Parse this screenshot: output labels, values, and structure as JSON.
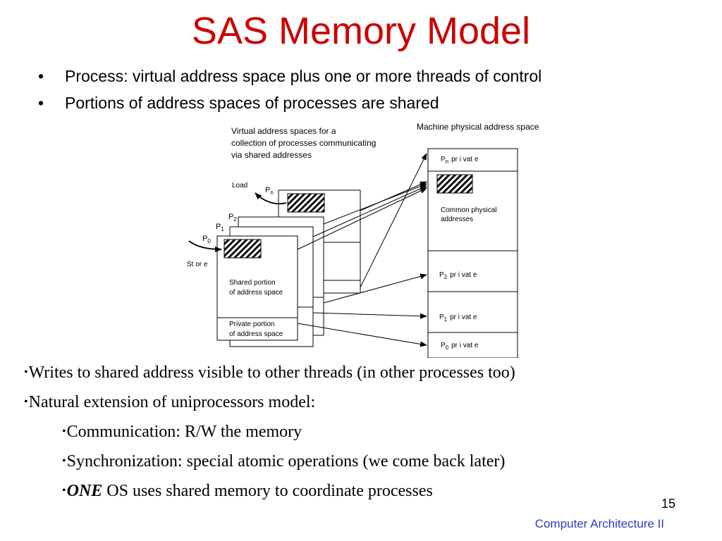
{
  "slide": {
    "title": "SAS Memory Model",
    "page_number": "15",
    "footer": "Computer Architecture II"
  },
  "top_bullets": [
    "Process: virtual address space plus one or more threads of control",
    "Portions of address spaces of processes are shared"
  ],
  "diagram": {
    "virtual_caption": [
      "Virtual address spaces for a",
      "collection of processes communicating",
      "via shared addresses"
    ],
    "physical_caption": "Machine physical address space",
    "load_label": "Load",
    "store_label": "St or e",
    "process_labels": {
      "pn": "P",
      "pn_sub": "n",
      "p2": "P",
      "p2_sub": "2",
      "p1": "P",
      "p1_sub": "1",
      "p0": "P",
      "p0_sub": "0"
    },
    "shared_portion_label": [
      "Shared portion",
      "of address space"
    ],
    "private_portion_label": [
      "Private portion",
      "of address space"
    ],
    "common_physical_label": [
      "Common physical",
      "addresses"
    ],
    "physical_private": {
      "pn": {
        "p": "P",
        "sub": "n",
        "text": "pr i vat e"
      },
      "p2": {
        "p": "P",
        "sub": "2",
        "text": "pr i vat e"
      },
      "p1": {
        "p": "P",
        "sub": "1",
        "text": "pr i vat e"
      },
      "p0": {
        "p": "P",
        "sub": "0",
        "text": "pr i vat e"
      }
    }
  },
  "bottom_bullets": {
    "b1": "Writes to shared address visible to other threads (in other processes too)",
    "b2": "Natural extension of uniprocessors model:",
    "b3": "Communication: R/W the memory",
    "b4": "Synchronization: special atomic operations (we come back later)",
    "b5_em": "ONE",
    "b5_rest": " OS uses shared memory to coordinate processes"
  },
  "colors": {
    "title": "#cc0000",
    "footer": "#2b3cc0"
  },
  "bullet_symbol": "•"
}
